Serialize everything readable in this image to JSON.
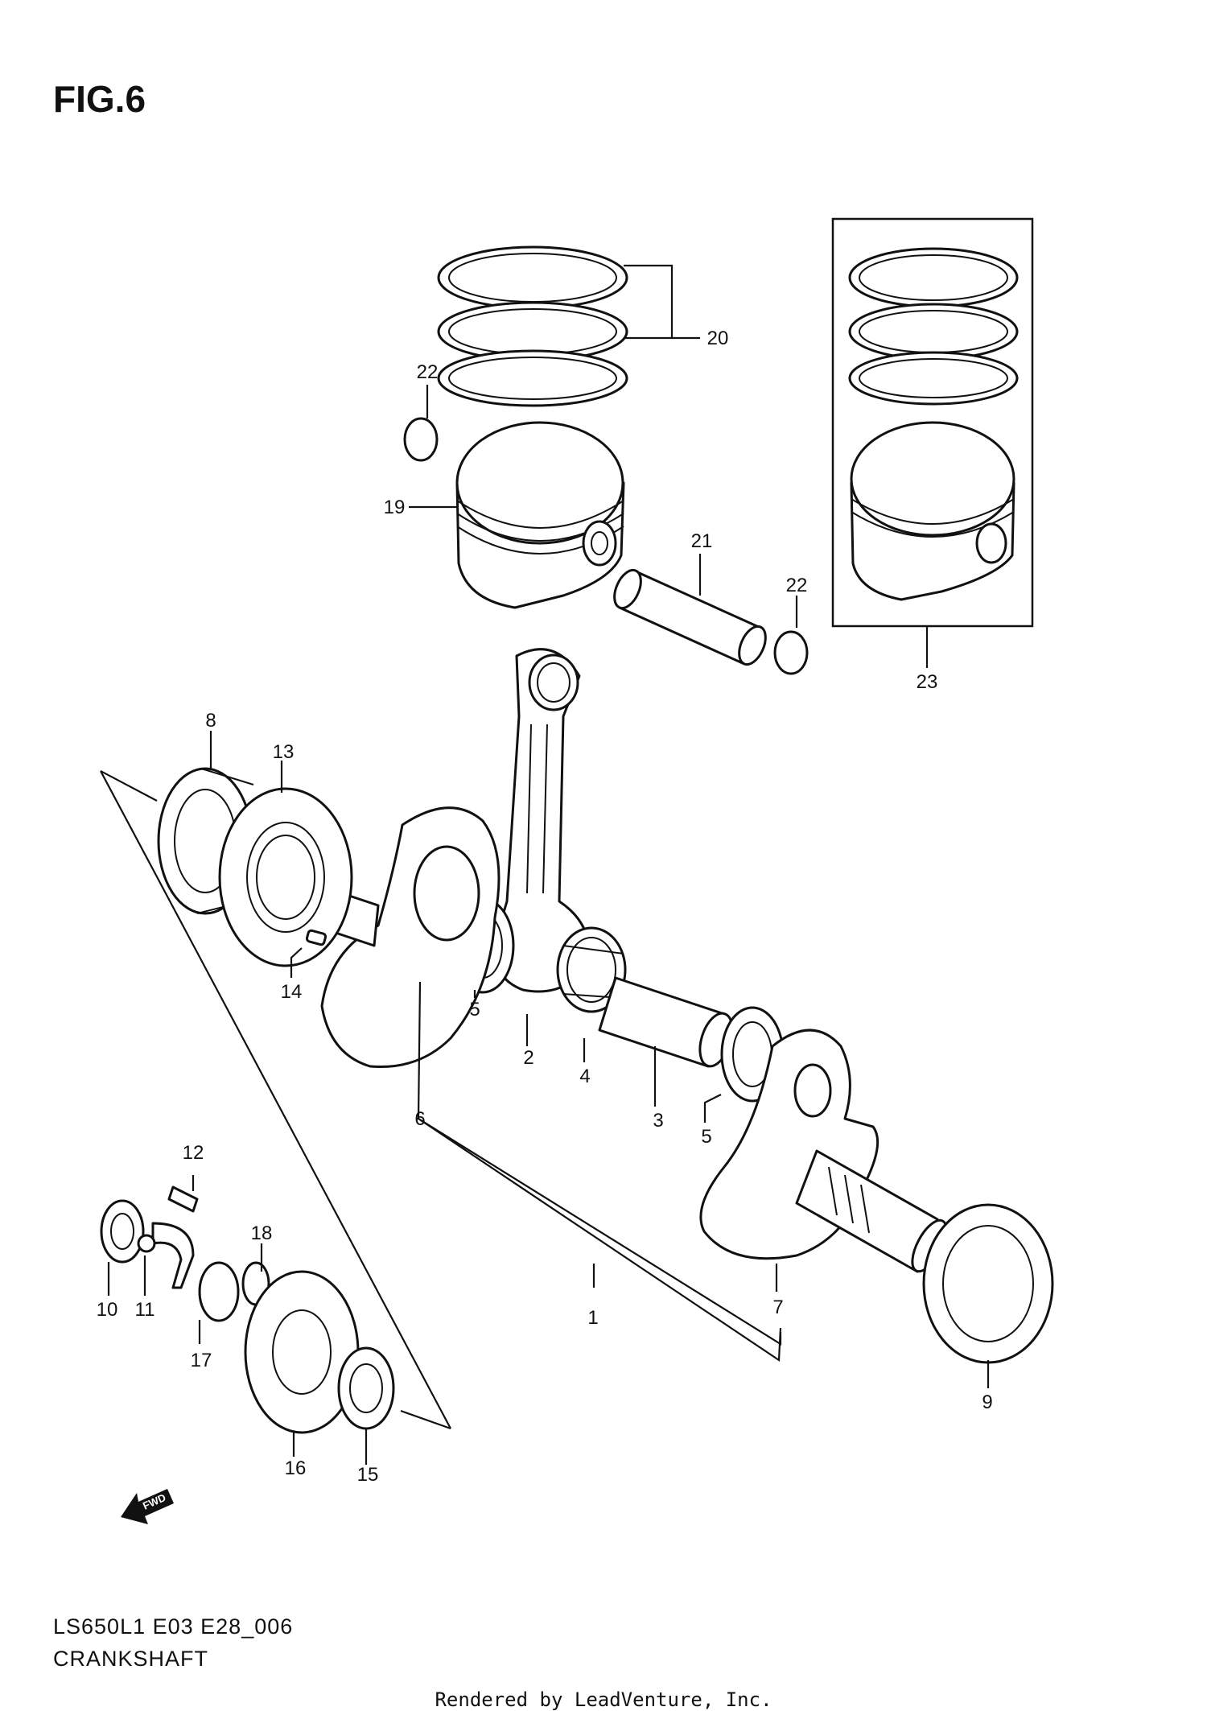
{
  "figure": {
    "title": "FIG.6",
    "code": "LS650L1 E03 E28_006",
    "section": "CRANKSHAFT",
    "credit": "Rendered by LeadVenture, Inc.",
    "fwd_label": "FWD"
  },
  "callouts": [
    {
      "id": "c1",
      "label": "1"
    },
    {
      "id": "c2",
      "label": "2"
    },
    {
      "id": "c3",
      "label": "3"
    },
    {
      "id": "c4",
      "label": "4"
    },
    {
      "id": "c5a",
      "label": "5"
    },
    {
      "id": "c5b",
      "label": "5"
    },
    {
      "id": "c6",
      "label": "6"
    },
    {
      "id": "c7",
      "label": "7"
    },
    {
      "id": "c8",
      "label": "8"
    },
    {
      "id": "c9",
      "label": "9"
    },
    {
      "id": "c10",
      "label": "10"
    },
    {
      "id": "c11",
      "label": "11"
    },
    {
      "id": "c12",
      "label": "12"
    },
    {
      "id": "c13",
      "label": "13"
    },
    {
      "id": "c14",
      "label": "14"
    },
    {
      "id": "c15",
      "label": "15"
    },
    {
      "id": "c16",
      "label": "16"
    },
    {
      "id": "c17",
      "label": "17"
    },
    {
      "id": "c18",
      "label": "18"
    },
    {
      "id": "c19",
      "label": "19"
    },
    {
      "id": "c20",
      "label": "20"
    },
    {
      "id": "c21",
      "label": "21"
    },
    {
      "id": "c22a",
      "label": "22"
    },
    {
      "id": "c22b",
      "label": "22"
    },
    {
      "id": "c23",
      "label": "23"
    }
  ]
}
